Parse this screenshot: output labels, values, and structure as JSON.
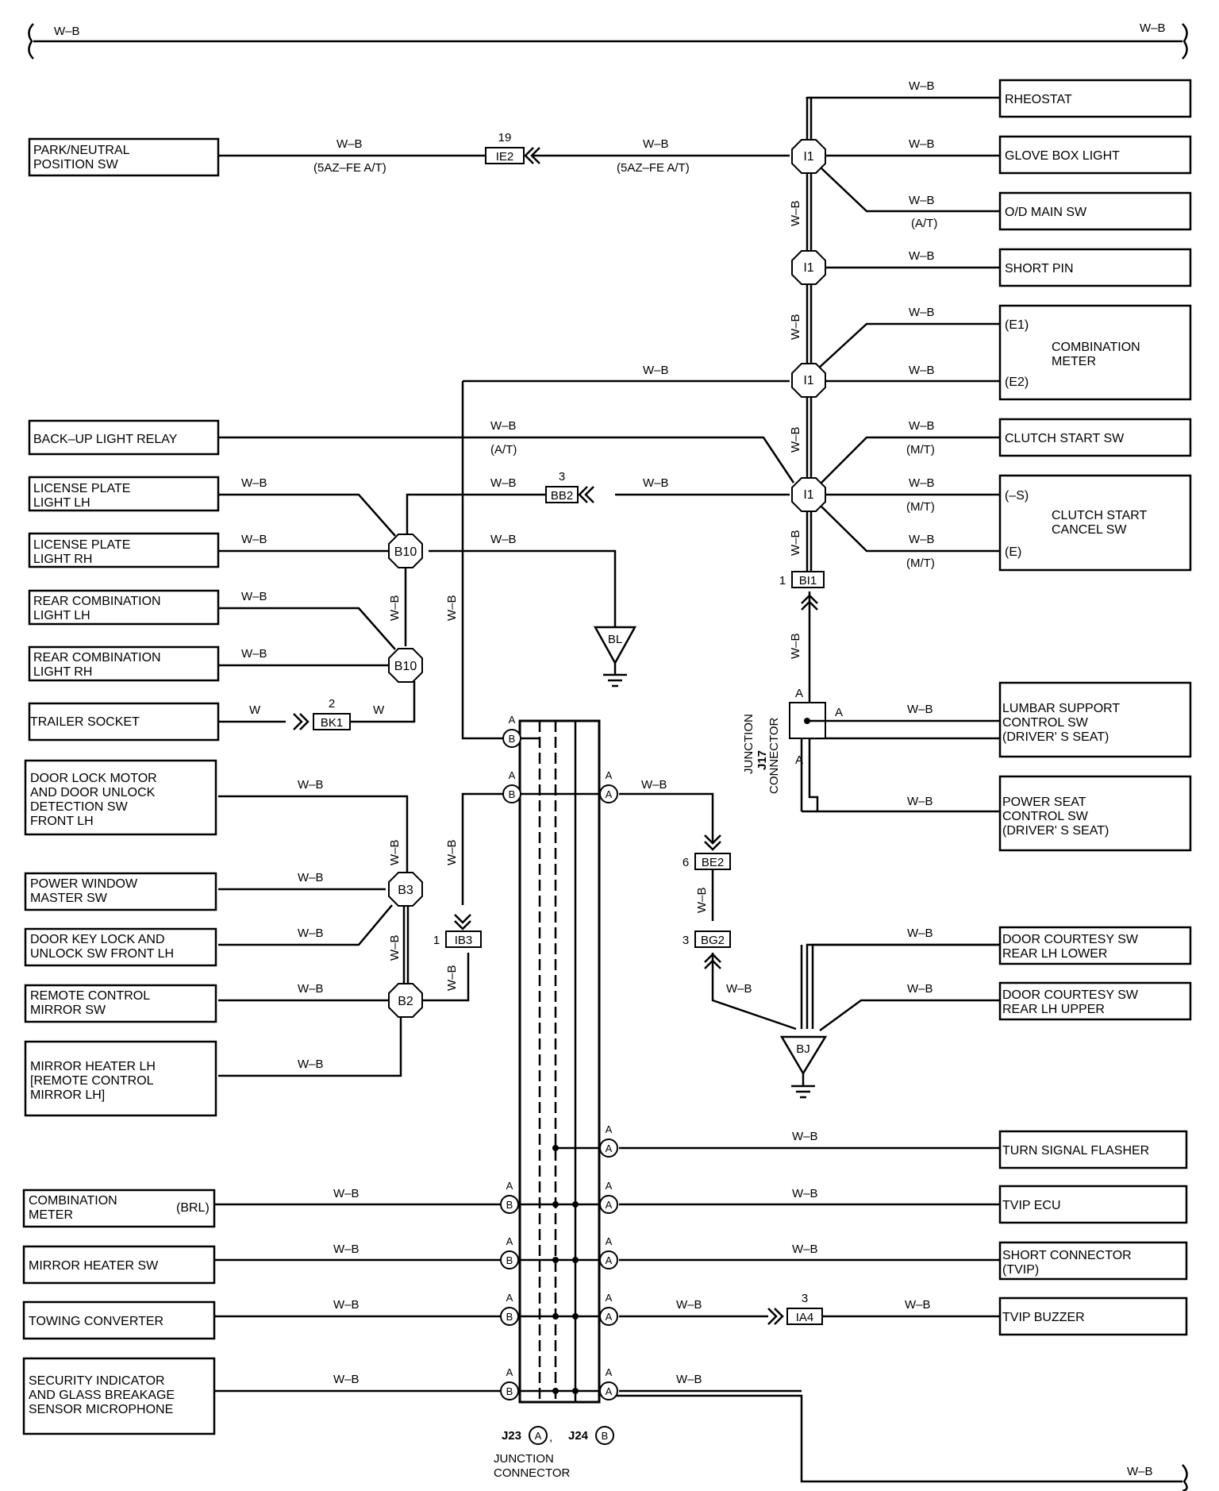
{
  "wire_color": "W–B",
  "wire_color_w": "W",
  "top_line": {
    "left_label": "W–B",
    "right_label": "W–B"
  },
  "bottom_line": {
    "label": "W–B"
  },
  "variant_labels": {
    "at_5azfe": "(5AZ–FE A/T)",
    "at": "(A/T)",
    "mt": "(M/T)"
  },
  "components": {
    "park_neutral": [
      "PARK/NEUTRAL",
      "POSITION SW"
    ],
    "back_up_relay": [
      "BACK–UP LIGHT RELAY"
    ],
    "license_lh": [
      "LICENSE PLATE",
      "LIGHT LH"
    ],
    "license_rh": [
      "LICENSE PLATE",
      "LIGHT RH"
    ],
    "rear_comb_lh": [
      "REAR COMBINATION",
      "LIGHT LH"
    ],
    "rear_comb_rh": [
      "REAR COMBINATION",
      "LIGHT RH"
    ],
    "trailer_socket": [
      "TRAILER SOCKET"
    ],
    "door_lock_motor": [
      "DOOR LOCK MOTOR",
      "AND DOOR UNLOCK",
      "DETECTION SW",
      "FRONT LH"
    ],
    "power_window": [
      "POWER WINDOW",
      "MASTER SW"
    ],
    "door_key_lock": [
      "DOOR KEY LOCK AND",
      "UNLOCK SW FRONT LH"
    ],
    "remote_mirror_sw": [
      "REMOTE CONTROL",
      "MIRROR SW"
    ],
    "mirror_heater_lh": [
      "MIRROR HEATER LH",
      "[REMOTE CONTROL",
      " MIRROR LH]"
    ],
    "combination_meter_left": [
      "COMBINATION",
      "METER"
    ],
    "combination_meter_left_pin": "(BRL)",
    "mirror_heater_sw": [
      "MIRROR HEATER SW"
    ],
    "towing_converter": [
      "TOWING CONVERTER"
    ],
    "security_indicator": [
      "SECURITY INDICATOR",
      "AND GLASS BREAKAGE",
      "SENSOR MICROPHONE"
    ],
    "rheostat": [
      "RHEOSTAT"
    ],
    "glove_box": [
      "GLOVE BOX LIGHT"
    ],
    "od_main": [
      "O/D MAIN SW"
    ],
    "short_pin": [
      "SHORT PIN"
    ],
    "combination_meter_right": [
      "COMBINATION",
      "METER"
    ],
    "comb_meter_pins": [
      "(E1)",
      "(E2)"
    ],
    "clutch_start": [
      "CLUTCH START SW"
    ],
    "clutch_cancel": [
      "CLUTCH START",
      "CANCEL SW"
    ],
    "clutch_cancel_pins": [
      "(–S)",
      "(E)"
    ],
    "lumbar": [
      "LUMBAR SUPPORT",
      "CONTROL SW",
      "(DRIVER' S SEAT)"
    ],
    "power_seat": [
      "POWER SEAT",
      "CONTROL SW",
      "(DRIVER' S SEAT)"
    ],
    "door_courtesy_lower": [
      "DOOR COURTESY SW",
      "REAR LH LOWER"
    ],
    "door_courtesy_upper": [
      "DOOR COURTESY SW",
      "REAR LH UPPER"
    ],
    "turn_signal": [
      "TURN SIGNAL FLASHER"
    ],
    "tvip_ecu": [
      "TVIP ECU"
    ],
    "short_connector": [
      "SHORT CONNECTOR",
      "(TVIP)"
    ],
    "tvip_buzzer": [
      "TVIP BUZZER"
    ]
  },
  "connectors": {
    "ie2": {
      "id": "IE2",
      "pin": "19"
    },
    "bb2": {
      "id": "BB2",
      "pin": "3"
    },
    "bk1": {
      "id": "BK1",
      "pin": "2"
    },
    "bi1": {
      "id": "BI1",
      "pin": "1"
    },
    "be2": {
      "id": "BE2",
      "pin": "6"
    },
    "bg2": {
      "id": "BG2",
      "pin": "3"
    },
    "ib3": {
      "id": "IB3",
      "pin": "1"
    },
    "ia4": {
      "id": "IA4",
      "pin": "3"
    }
  },
  "splices": {
    "i1": "I1",
    "b10": "B10",
    "b3": "B3",
    "b2": "B2"
  },
  "grounds": {
    "bl": "BL",
    "bj": "BJ"
  },
  "j17": {
    "name": "J17",
    "caption": [
      "JUNCTION",
      "CONNECTOR"
    ],
    "pin": "A"
  },
  "junction": {
    "pin_a": "A",
    "pin_b": "B",
    "j23": "J23",
    "j24": "J24",
    "sep": ",",
    "caption": [
      "JUNCTION",
      "CONNECTOR"
    ]
  }
}
